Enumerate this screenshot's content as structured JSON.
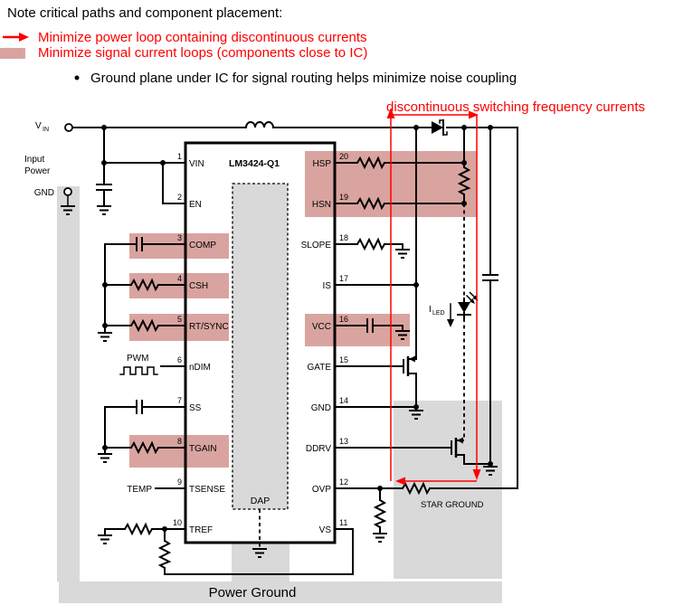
{
  "header": {
    "title": "Note critical paths and component placement:",
    "legend_power_loop": "Minimize power loop containing discontinuous currents",
    "legend_signal_loops": "Minimize signal current loops (components close to IC)",
    "bullet": "Ground plane under IC for signal routing helps minimize noise coupling"
  },
  "ic": {
    "name": "LM3424-Q1",
    "dap_label": "DAP",
    "left_pins": [
      {
        "num": "1",
        "label": "VIN"
      },
      {
        "num": "2",
        "label": "EN"
      },
      {
        "num": "3",
        "label": "COMP"
      },
      {
        "num": "4",
        "label": "CSH"
      },
      {
        "num": "5",
        "label": "RT/SYNC"
      },
      {
        "num": "6",
        "label": "nDIM"
      },
      {
        "num": "7",
        "label": "SS"
      },
      {
        "num": "8",
        "label": "TGAIN"
      },
      {
        "num": "9",
        "label": "TSENSE"
      },
      {
        "num": "10",
        "label": "TREF"
      }
    ],
    "right_pins": [
      {
        "num": "20",
        "label": "HSP"
      },
      {
        "num": "19",
        "label": "HSN"
      },
      {
        "num": "18",
        "label": "SLOPE"
      },
      {
        "num": "17",
        "label": "IS"
      },
      {
        "num": "16",
        "label": "VCC"
      },
      {
        "num": "15",
        "label": "GATE"
      },
      {
        "num": "14",
        "label": "GND"
      },
      {
        "num": "13",
        "label": "DDRV"
      },
      {
        "num": "12",
        "label": "OVP"
      },
      {
        "num": "11",
        "label": "VS"
      }
    ]
  },
  "labels": {
    "vin_main": "V",
    "vin_sub": "IN",
    "input_power_1": "Input",
    "input_power_2": "Power",
    "gnd": "GND",
    "pwm": "PWM",
    "temp": "TEMP",
    "iled_main": "I",
    "iled_sub": "LED",
    "star_ground": "STAR GROUND",
    "power_ground": "Power Ground",
    "discontinuous_note": "discontinuous switching frequency currents"
  },
  "colors": {
    "loop_red": "#ff0000",
    "signal_pink": "#d9a4a0",
    "plane_gray": "#d9d9d9"
  }
}
